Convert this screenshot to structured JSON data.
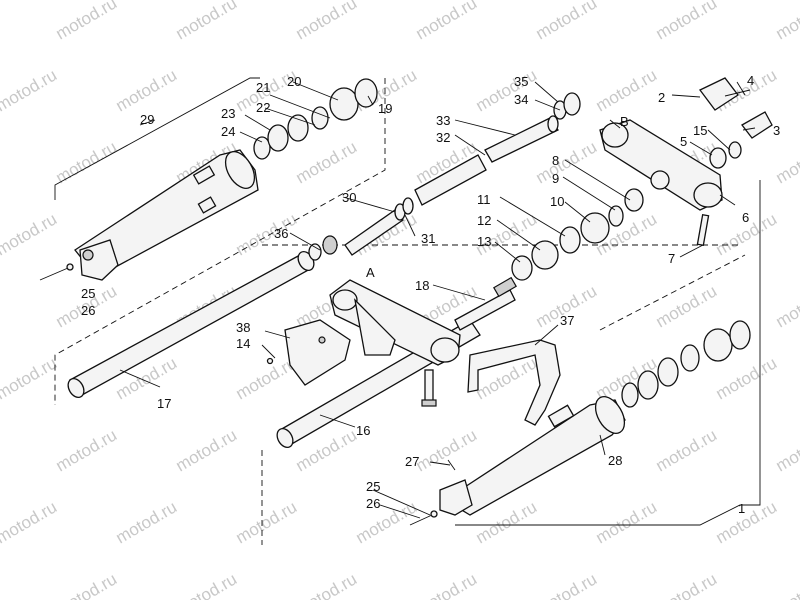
{
  "watermark": "motod.ru",
  "labels": {
    "l1": "1",
    "l2": "2",
    "l3": "3",
    "l4": "4",
    "l5": "5",
    "l6": "6",
    "l7": "7",
    "l8": "8",
    "l9": "9",
    "l10": "10",
    "l11": "11",
    "l12": "12",
    "l13": "13",
    "l14": "14",
    "l15": "15",
    "l16": "16",
    "l17": "17",
    "l18": "18",
    "l19": "19",
    "l20": "20",
    "l21": "21",
    "l22": "22",
    "l23": "23",
    "l24": "24",
    "l25a": "25",
    "l26a": "26",
    "l25b": "25",
    "l26b": "26",
    "l27": "27",
    "l28": "28",
    "l29": "29",
    "l30": "30",
    "l31": "31",
    "l32": "32",
    "l33": "33",
    "l34": "34",
    "l35": "35",
    "l36": "36",
    "l37": "37",
    "l38": "38",
    "lA": "A",
    "lB": "B"
  }
}
